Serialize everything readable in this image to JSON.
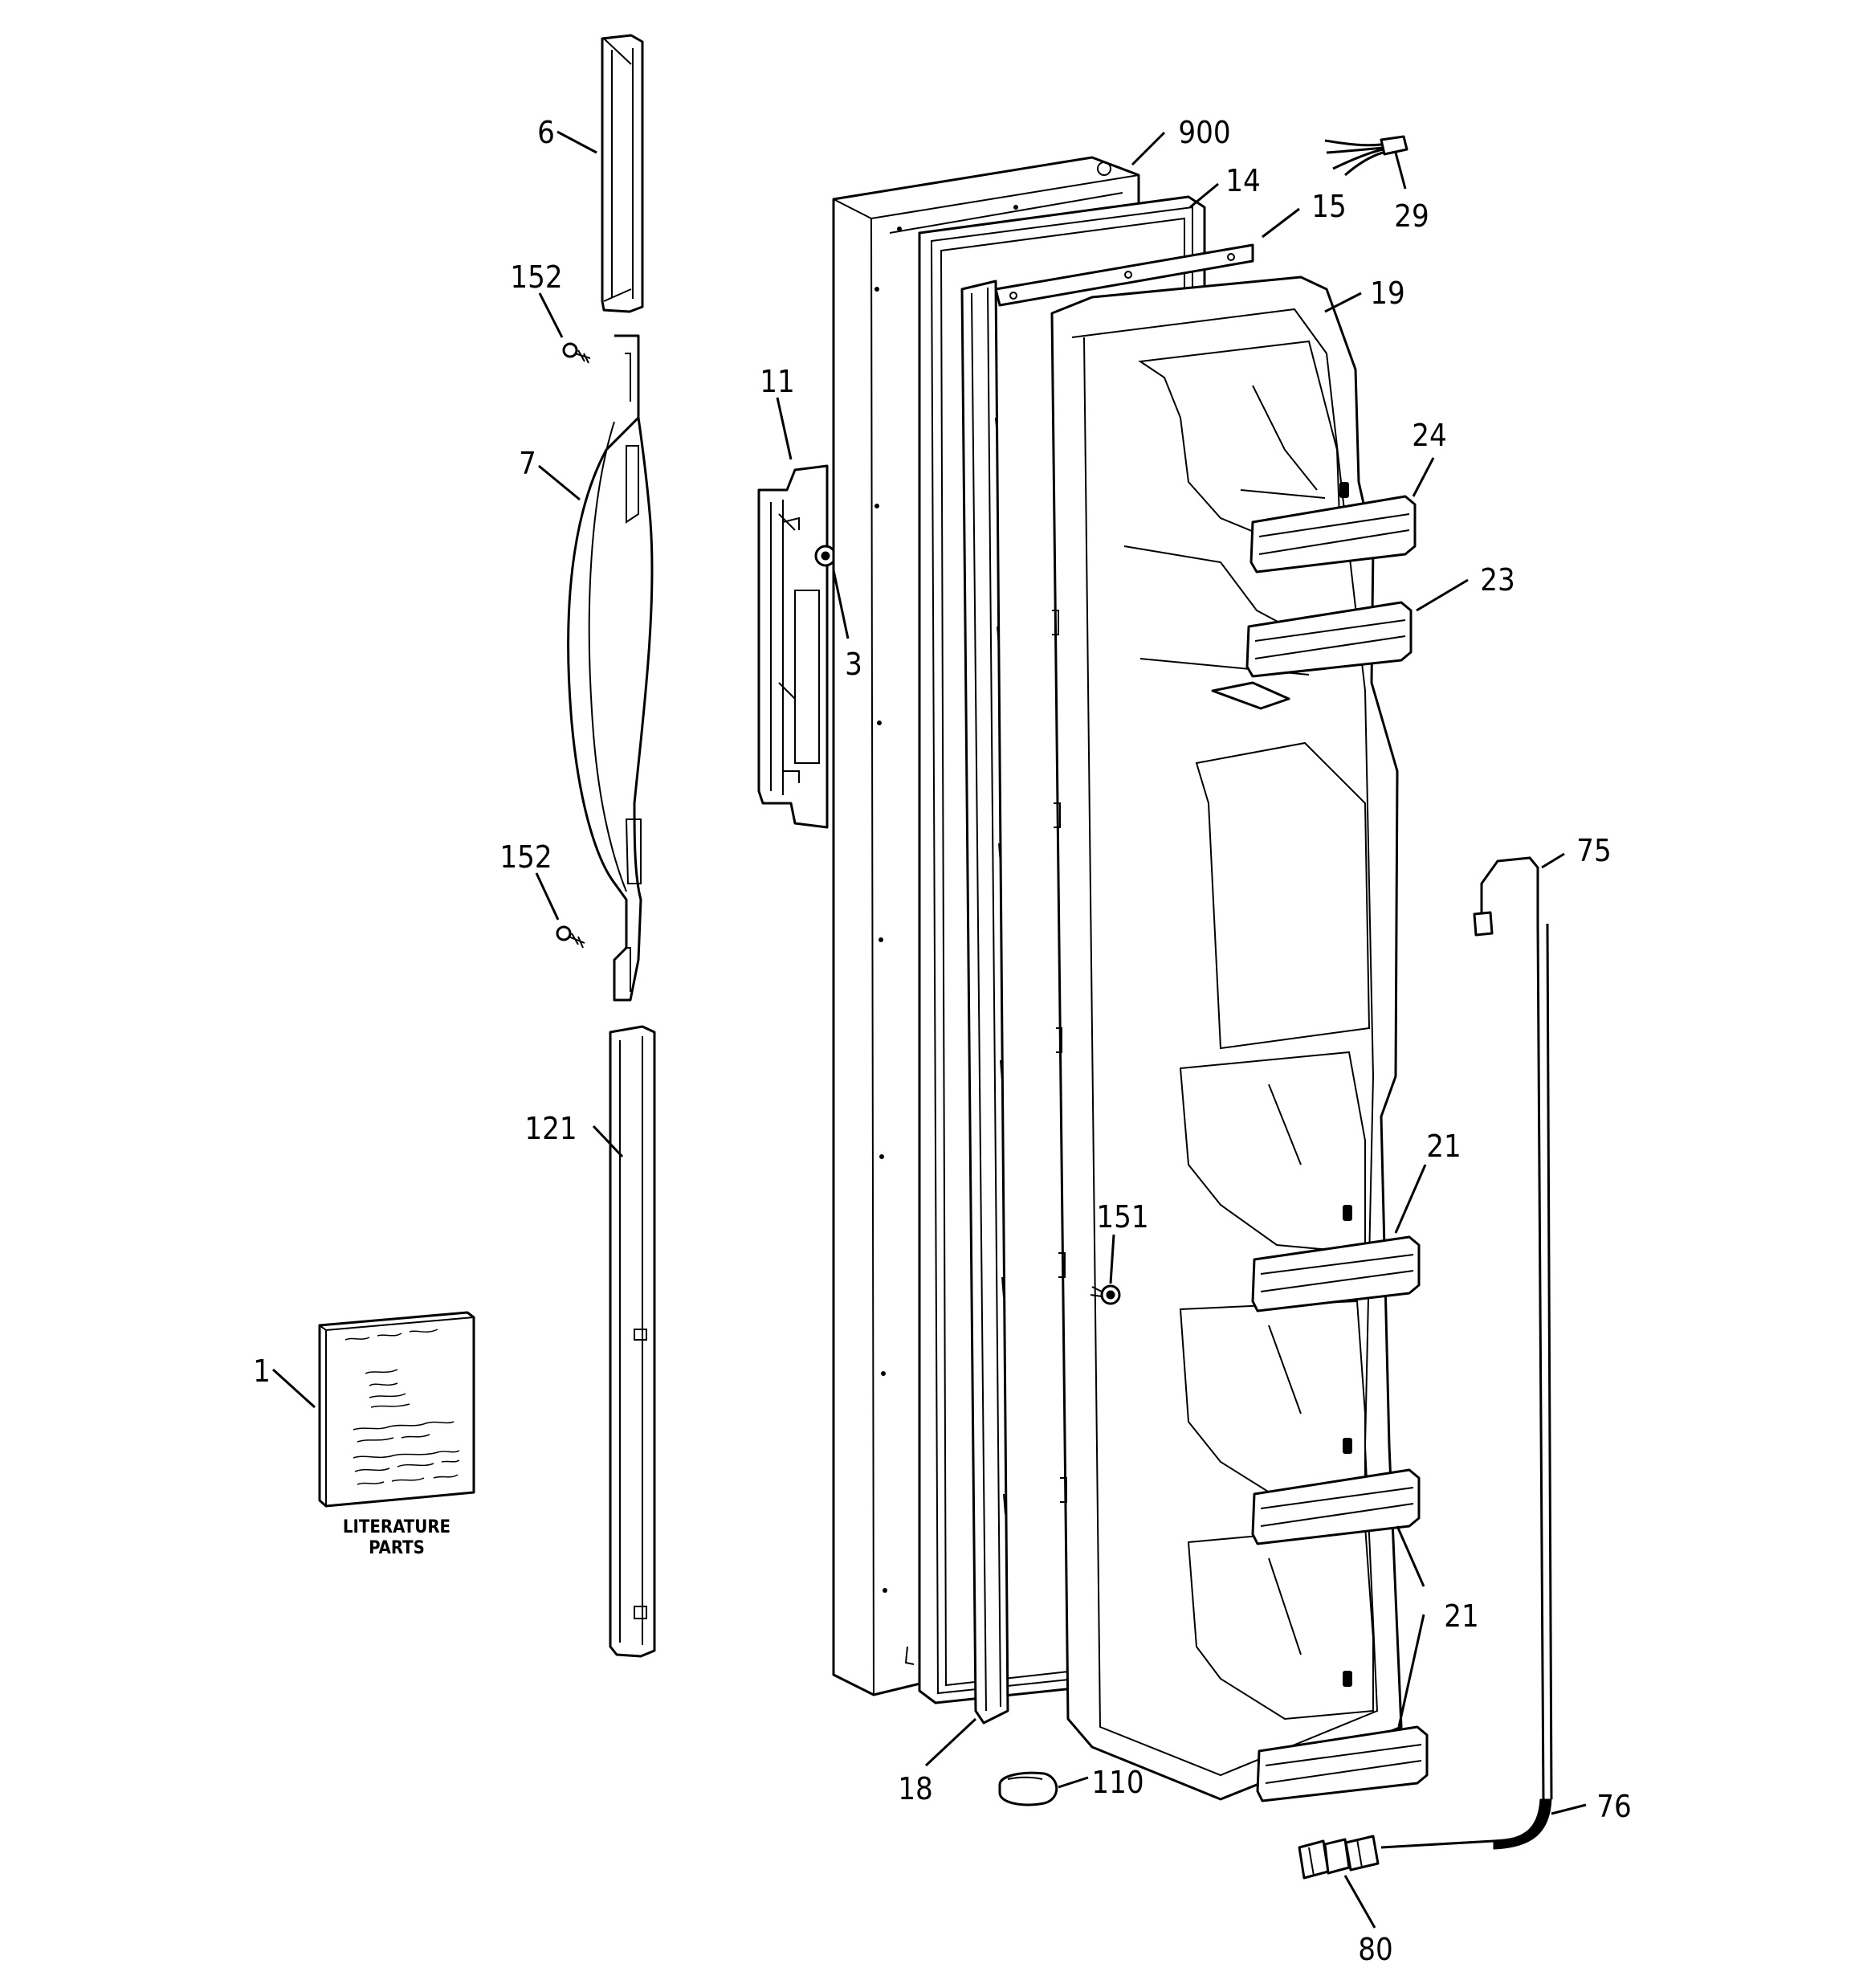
{
  "callouts": {
    "c6": "6",
    "c900": "900",
    "c14": "14",
    "c15": "15",
    "c29": "29",
    "c19": "19",
    "c152a": "152",
    "c11": "11",
    "c24": "24",
    "c7": "7",
    "c23": "23",
    "c3": "3",
    "c152b": "152",
    "c75": "75",
    "c121": "121",
    "c21a": "21",
    "c151": "151",
    "c1": "1",
    "c21b": "21",
    "c18": "18",
    "c110": "110",
    "c76": "76",
    "c80": "80"
  },
  "literature": {
    "line1": "LITERATURE",
    "line2": "PARTS"
  },
  "icons": {
    "screw": "screw-icon",
    "clip": "clip-icon",
    "fitting": "fitting-icon",
    "manual": "manual-booklet-icon"
  }
}
